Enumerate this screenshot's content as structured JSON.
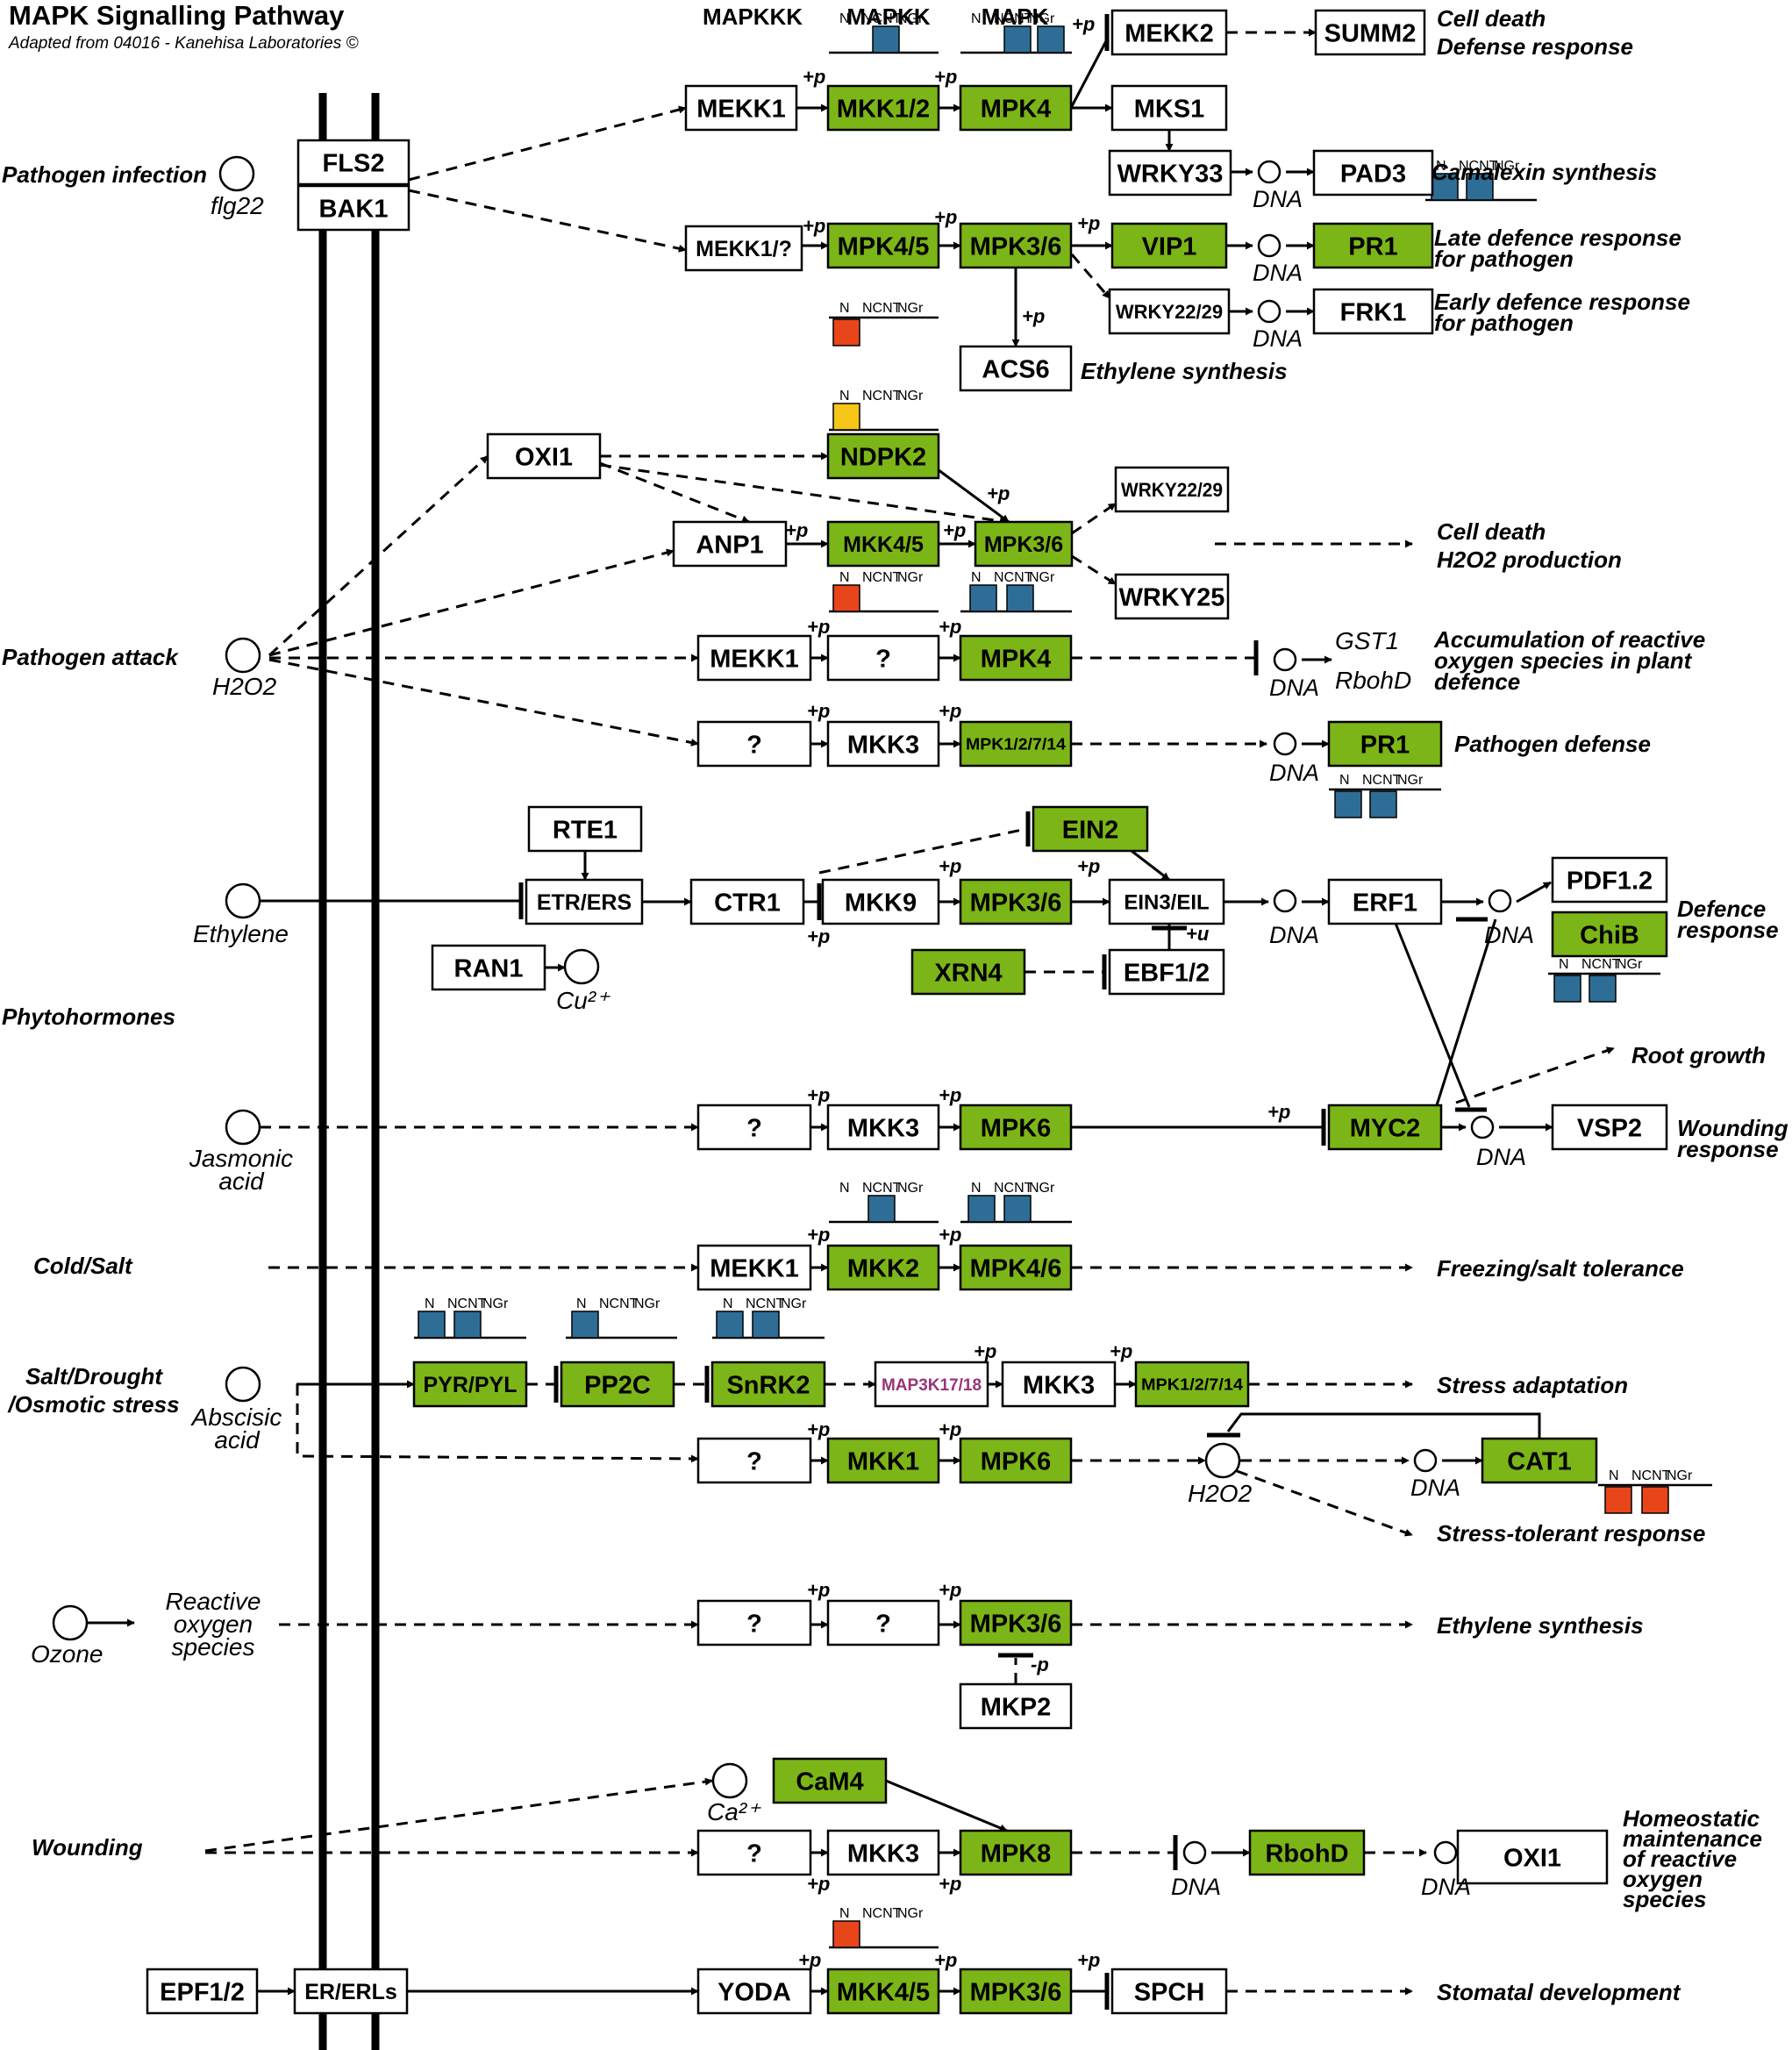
{
  "header": {
    "title": "MAPK Signalling Pathway",
    "subtitle": "Adapted from 04016 - Kanehisa Laboratories ©",
    "col_mapkkk": "MAPKKK",
    "col_mapkk": "MAPKK",
    "col_mapk": "MAPK"
  },
  "colors": {
    "green": "#7cb518",
    "blue": "#2e6e96",
    "orange": "#e8451b",
    "yellow": "#f5c518",
    "magenta": "#993377",
    "white": "#ffffff",
    "black": "#000000"
  },
  "legend_labels": {
    "n": "N",
    "ncnt": "NCNT",
    "ngr": "NGr"
  },
  "mark_labels": {
    "p": "+p",
    "minus_p": "-p",
    "u": "+u"
  },
  "nodes": {
    "mekk1_a": "MEKK1",
    "mkk12": "MKK1/2",
    "mpk4_a": "MPK4",
    "mekk2": "MEKK2",
    "summ2": "SUMM2",
    "fls2": "FLS2",
    "bak1": "BAK1",
    "mks1": "MKS1",
    "wrky33": "WRKY33",
    "pad3": "PAD3",
    "mekk1q": "MEKK1/?",
    "mpk45_a": "MPK4/5",
    "mpk36_a": "MPK3/6",
    "vip1": "VIP1",
    "pr1_a": "PR1",
    "wrky2229_a": "WRKY22/29",
    "frk1": "FRK1",
    "acs6": "ACS6",
    "oxi1_a": "OXI1",
    "ndpk2": "NDPK2",
    "wrky2229_b": "WRKY22/29",
    "anp1": "ANP1",
    "mkk45_a": "MKK4/5",
    "mpk36_b": "MPK3/6",
    "wrky25": "WRKY25",
    "mekk1_b": "MEKK1",
    "q1": "?",
    "mpk4_b": "MPK4",
    "q2": "?",
    "mkk3_a": "MKK3",
    "mpk_multi_a": "MPK1/2/7/14",
    "pr1_b": "PR1",
    "rte1": "RTE1",
    "ein2": "EIN2",
    "etr_ers": "ETR/ERS",
    "ctr1": "CTR1",
    "mkk9": "MKK9",
    "mpk36_c": "MPK3/6",
    "ein3": "EIN3/EIL",
    "erf1": "ERF1",
    "pdf12": "PDF1.2",
    "chib": "ChiB",
    "ran1": "RAN1",
    "xrn4": "XRN4",
    "ebf12": "EBF1/2",
    "q3": "?",
    "mkk3_b": "MKK3",
    "mpk6_a": "MPK6",
    "myc2": "MYC2",
    "vsp2": "VSP2",
    "mekk1_c": "MEKK1",
    "mkk2": "MKK2",
    "mpk46": "MPK4/6",
    "pyr": "PYR/PYL",
    "pp2c": "PP2C",
    "snrk2": "SnRK2",
    "map3k": "MAP3K17/18",
    "mkk3_c": "MKK3",
    "mpk_multi_b": "MPK1/2/7/14",
    "q4": "?",
    "mkk1": "MKK1",
    "mpk6_b": "MPK6",
    "cat1": "CAT1",
    "q5": "?",
    "q6": "?",
    "mpk36_d": "MPK3/6",
    "mkp2": "MKP2",
    "cam4": "CaM4",
    "q7": "?",
    "mkk3_d": "MKK3",
    "mpk8": "MPK8",
    "rbohd": "RbohD",
    "oxi1_b": "OXI1",
    "epf12": "EPF1/2",
    "er_erls": "ER/ERLs",
    "yoda": "YODA",
    "mkk45_b": "MKK4/5",
    "mpk36_e": "MPK3/6",
    "spch": "SPCH"
  },
  "compounds": {
    "flg22": "flg22",
    "h2o2_a": "H2O2",
    "ethylene": "Ethylene",
    "cu": "Cu²⁺",
    "jasmonic": "Jasmonic acid",
    "aba": "Abscisic acid",
    "h2o2_b": "H2O2",
    "ozone": "Ozone",
    "ros": "Reactive oxygen species",
    "ca": "Ca²⁺"
  },
  "side_labels": {
    "pathogen_infection": "Pathogen infection",
    "pathogen_attack": "Pathogen attack",
    "phytohormones": "Phytohormones",
    "cold_salt": "Cold/Salt",
    "salt_drought": "Salt/Drought /Osmotic stress",
    "wounding": "Wounding"
  },
  "dna": "DNA",
  "gene_labels": {
    "gst1": "GST1",
    "rbohd": "RbohD"
  },
  "outcomes": {
    "cell_death_defense": "Cell death Defense response",
    "camalexin": "Camalexin synthesis",
    "late_defence": "Late defence response for pathogen",
    "early_defence": "Early defence response for pathogen",
    "ethylene_synth_a": "Ethylene synthesis",
    "cell_death_h2o2": "Cell death H2O2 production",
    "ros_accum": "Accumulation of reactive oxygen species in plant defence",
    "pathogen_defense": "Pathogen defense",
    "defence_response": "Defence response",
    "root_growth": "Root growth",
    "wounding_response": "Wounding response",
    "freezing": "Freezing/salt tolerance",
    "stress_adapt": "Stress adaptation",
    "stress_tolerant": "Stress-tolerant response",
    "ethylene_synth_b": "Ethylene synthesis",
    "homeostatic": "Homeostatic maintenance of reactive oxygen species",
    "stomatal": "Stomatal development"
  }
}
